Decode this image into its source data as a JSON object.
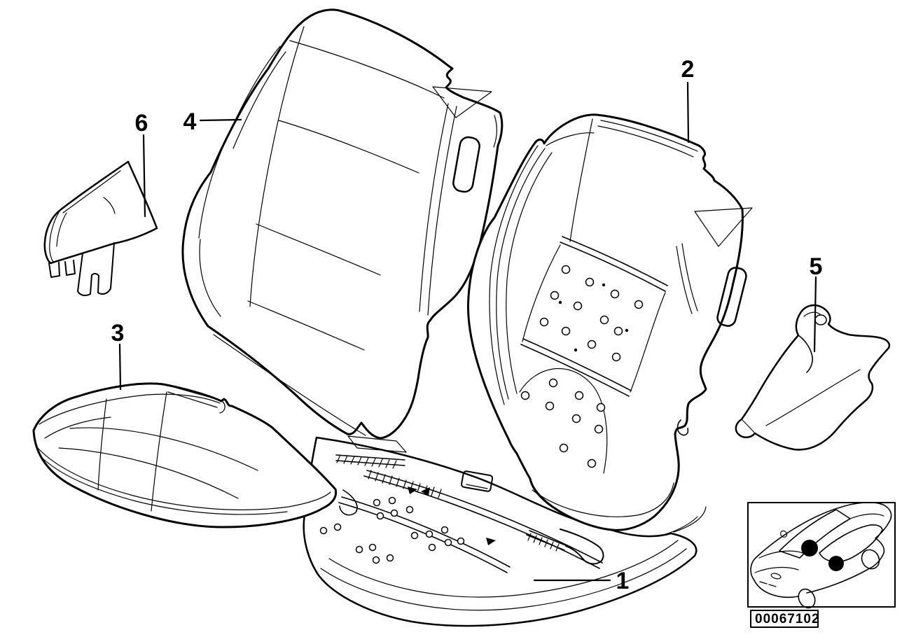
{
  "diagram": {
    "background_color": "#ffffff",
    "line_color": "#000000",
    "callouts": [
      {
        "label": "1"
      },
      {
        "label": "2"
      },
      {
        "label": "3"
      },
      {
        "label": "4"
      },
      {
        "label": "5"
      },
      {
        "label": "6"
      }
    ],
    "inset": {
      "part_number": "00067102",
      "marker_color": "#000000"
    }
  }
}
